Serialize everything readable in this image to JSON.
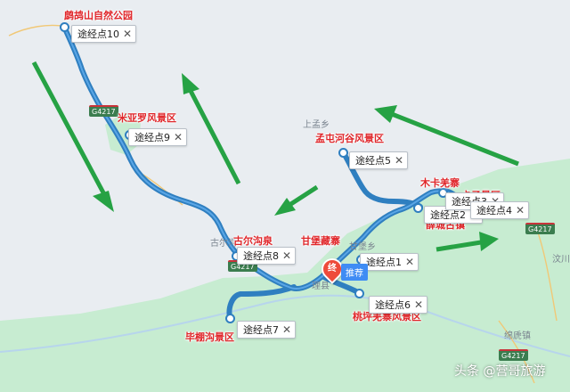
{
  "map": {
    "colors": {
      "land": "#e9edf1",
      "park": "#c7ecd1",
      "route": "#2f7fc0",
      "route_core": "#5aa6e6",
      "arrow": "#26a244",
      "poi": "#e0262a"
    },
    "pois": [
      {
        "id": "p1",
        "name": "鹧鸪山自然公园"
      },
      {
        "id": "p2",
        "name": "米亚罗风景区"
      },
      {
        "id": "p3",
        "name": "孟屯河谷风景区"
      },
      {
        "id": "p4",
        "name": "木卡羌寨"
      },
      {
        "id": "p5",
        "name": "卡子景区"
      },
      {
        "id": "p6",
        "name": "薛城古镇"
      },
      {
        "id": "p7",
        "name": "古尔沟泉"
      },
      {
        "id": "p8",
        "name": "甘堡藏寨"
      },
      {
        "id": "p9",
        "name": "桃坪羌寨风景区"
      },
      {
        "id": "p10",
        "name": "毕棚沟景区"
      }
    ],
    "waypoints": [
      {
        "id": "w10",
        "label": "途经点10"
      },
      {
        "id": "w9",
        "label": "途经点9"
      },
      {
        "id": "w5",
        "label": "途经点5"
      },
      {
        "id": "w2",
        "label": "途经点2"
      },
      {
        "id": "w3",
        "label": "途经点3"
      },
      {
        "id": "w4",
        "label": "途经点4"
      },
      {
        "id": "w8",
        "label": "途经点8"
      },
      {
        "id": "w1",
        "label": "途经点1"
      },
      {
        "id": "w6",
        "label": "途经点6"
      },
      {
        "id": "w7",
        "label": "途经点7"
      }
    ],
    "close_glyph": "✕",
    "towns": [
      "上孟乡",
      "古尔沟",
      "甘堡乡",
      "理县",
      "汶川",
      "绵虒镇"
    ],
    "road_codes": [
      "G4217",
      "G4217",
      "G4217",
      "G4217"
    ],
    "end_marker": "终",
    "recommend_label": "推荐",
    "watermark": "头条 @营哥旅游"
  }
}
